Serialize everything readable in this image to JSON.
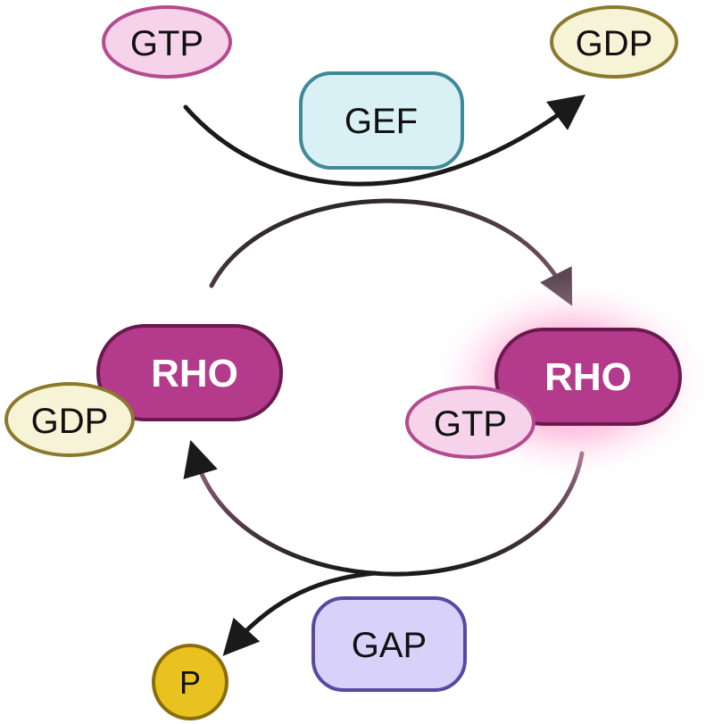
{
  "labels": {
    "gtp_top": "GTP",
    "gdp_top": "GDP",
    "gef": "GEF",
    "rho_inactive": "RHO",
    "gdp_bound": "GDP",
    "rho_active": "RHO",
    "gtp_bound": "GTP",
    "gap": "GAP",
    "phosphate": "P"
  },
  "colors": {
    "gtp_fill": "#f6d3ea",
    "gtp_stroke": "#b44b8f",
    "gdp_fill": "#f7f3d7",
    "gdp_stroke": "#8b7a2b",
    "gef_fill": "#d9f0f5",
    "gef_stroke": "#3f8a99",
    "rho_fill": "#b43a8b",
    "rho_stroke": "#6a1a4e",
    "gap_fill": "#d8d2fb",
    "gap_stroke": "#5a49a3",
    "p_fill": "#e9c21f",
    "p_stroke": "#8a6e0c",
    "glow": "#ff4fa5",
    "arrow": "#1a1a1a"
  }
}
